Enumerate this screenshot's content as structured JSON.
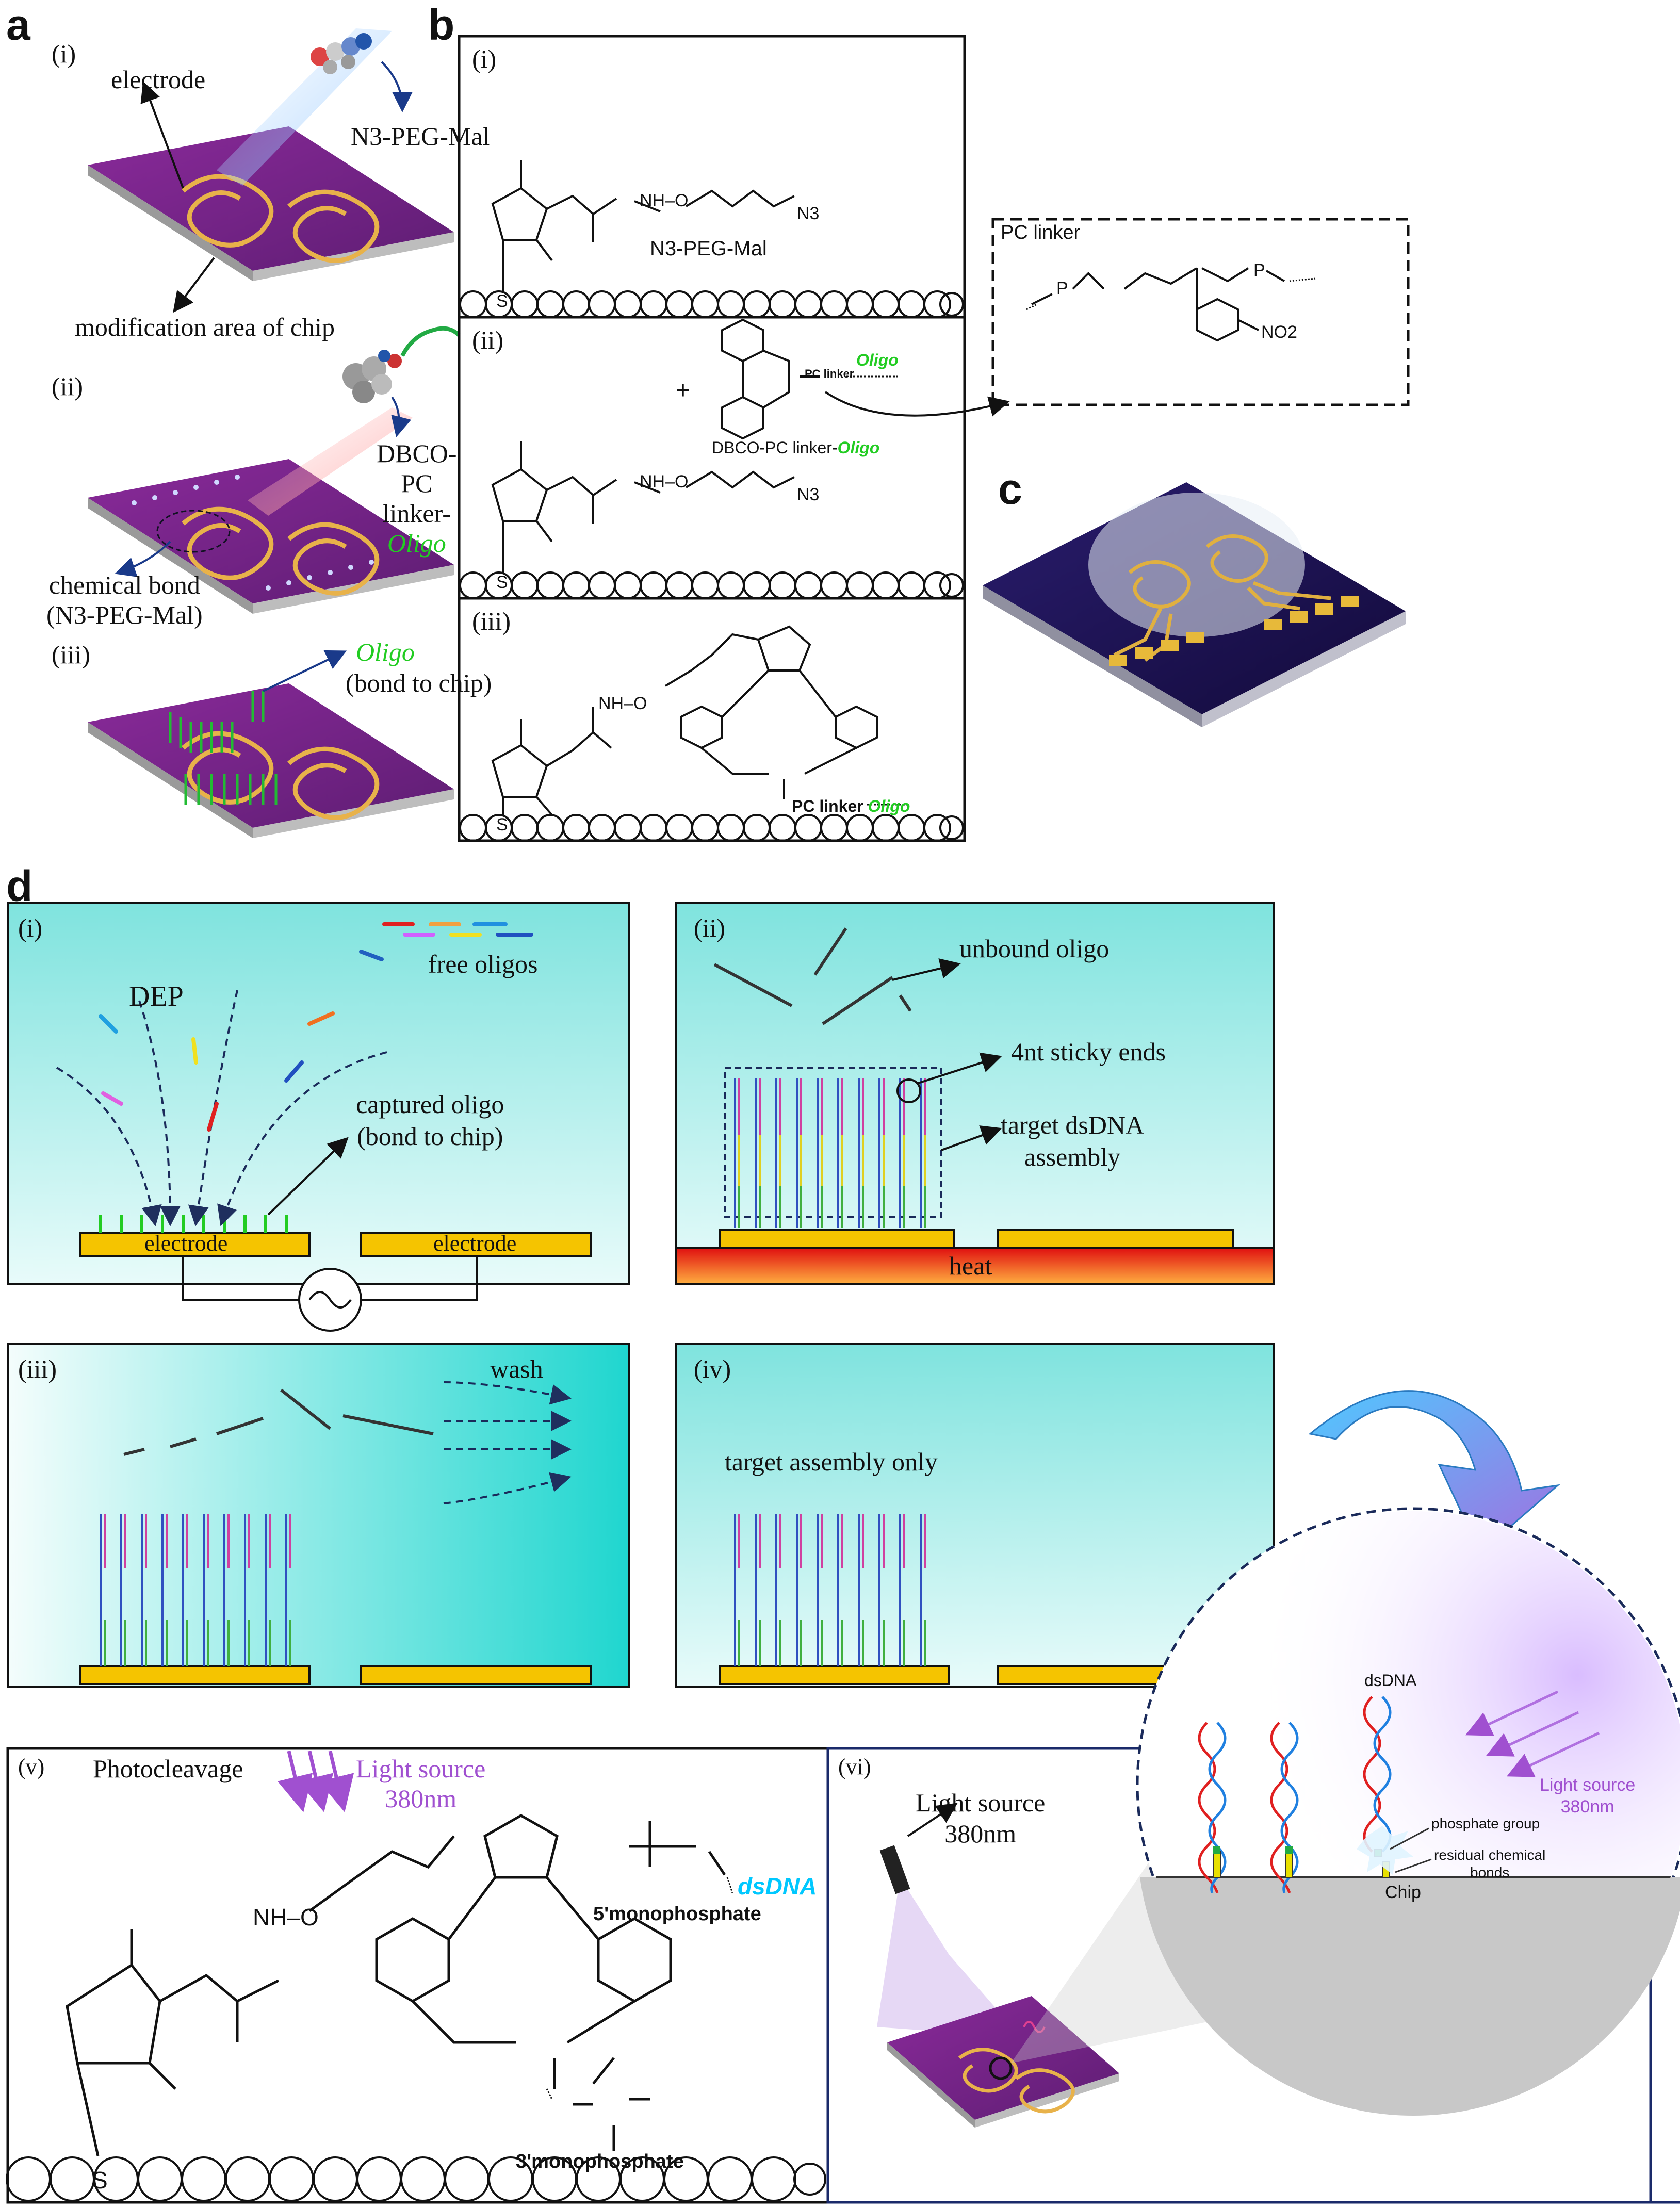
{
  "panel_letters": {
    "a": "a",
    "b": "b",
    "c": "c",
    "d": "d"
  },
  "a": {
    "i": "(i)",
    "ii": "(ii)",
    "iii": "(iii)",
    "electrode": "electrode",
    "n3pegmal": "N3-PEG-Mal",
    "modification_area": "modification area of chip",
    "dbco_line1": "DBCO-",
    "dbco_line2": "PC",
    "dbco_line3": "linker-",
    "dbco_line4": "Oligo",
    "chem_bond_line1": "chemical bond",
    "chem_bond_line2": "(N3-PEG-Mal)",
    "oligo": "Oligo",
    "bond_to_chip": "(bond to chip)"
  },
  "b": {
    "i": "(i)",
    "ii": "(ii)",
    "iii": "(iii)",
    "n3pegmal": "N3-PEG-Mal",
    "nh_o": "NH–O",
    "n3": "N3",
    "s": "S",
    "plus": "+",
    "pc_linker": "PC linker",
    "oligo": "Oligo",
    "dbco_label_prefix": "DBCO-PC linker-",
    "dbco_label_oligo": "Oligo",
    "pc_linker_box_title": "PC linker",
    "no2": "NO2",
    "p": "P",
    "o": "O",
    "n": "N",
    "pc_linker_oligo": "PC linker"
  },
  "c": {},
  "d": {
    "i": "(i)",
    "ii": "(ii)",
    "iii": "(iii)",
    "iv": "(iv)",
    "v": "(v)",
    "vi": "(vi)",
    "dep": "DEP",
    "free_oligos": "free oligos",
    "captured_line1": "captured oligo",
    "captured_line2": "(bond to chip)",
    "electrode": "electrode",
    "unbound_oligo": "unbound oligo",
    "sticky_ends": "4nt sticky ends",
    "target_line1": "target dsDNA",
    "target_line2": "assembly",
    "heat": "heat",
    "wash": "wash",
    "target_only": "target assembly only",
    "photocleavage": "Photocleavage",
    "light_line1": "Light source",
    "light_line2": "380nm",
    "nh_o": "NH–O",
    "dsdna": "dsDNA",
    "five_mono": "5'monophosphate",
    "three_mono": "3'monophosphate",
    "s": "S",
    "vi_light_line1": "Light source",
    "vi_light_line2": "380nm",
    "zoom_dsdna": "dsDNA",
    "zoom_light_line1": "Light source",
    "zoom_light_line2": "380nm",
    "phosphate_group": "phosphate group",
    "residual_line1": "residual chemical",
    "residual_line2": "bonds",
    "chip": "Chip"
  },
  "colors": {
    "chip_purple": "#7a2a8c",
    "gold": "#f5c400",
    "teal": "#7fe3de",
    "oligo_green": "#22cc22",
    "light_violet": "#a050d0",
    "dsDNA_cyan": "#00c8ff"
  }
}
